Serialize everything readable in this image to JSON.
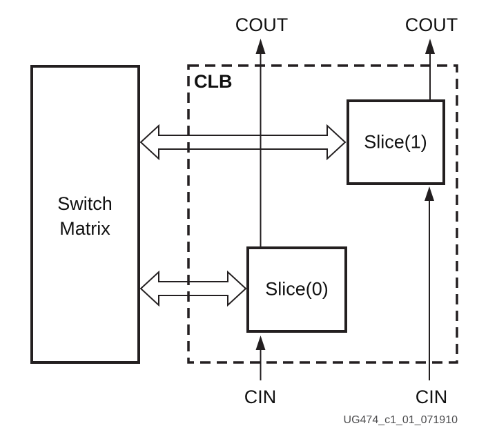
{
  "figure": {
    "caption": "UG474_c1_01_071910",
    "clb": {
      "label": "CLB"
    },
    "switch_matrix": {
      "label": "Switch Matrix"
    },
    "slices": [
      {
        "label": "Slice(0)",
        "cin": "CIN",
        "cout": "COUT"
      },
      {
        "label": "Slice(1)",
        "cin": "CIN",
        "cout": "COUT"
      }
    ],
    "colors": {
      "line": "#231f20",
      "text": "#111111",
      "caption": "#4d4d4f",
      "bg": "#ffffff"
    }
  }
}
